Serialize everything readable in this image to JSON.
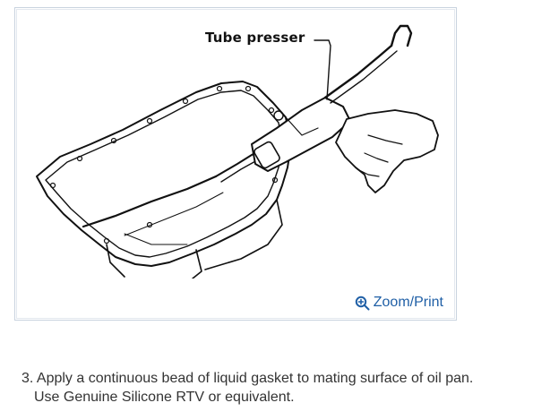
{
  "figure": {
    "callout_label": "Tube presser",
    "zoom_link_label": "Zoom/Print",
    "zoom_icon": "magnifier-plus-icon",
    "link_color": "#1f5fa6",
    "frame_color": "#c9d3df"
  },
  "instructions": {
    "step_number": "3.",
    "line1": "Apply a continuous bead of liquid gasket to mating surface of oil pan.",
    "line2": "Use Genuine Silicone RTV or equivalent."
  }
}
